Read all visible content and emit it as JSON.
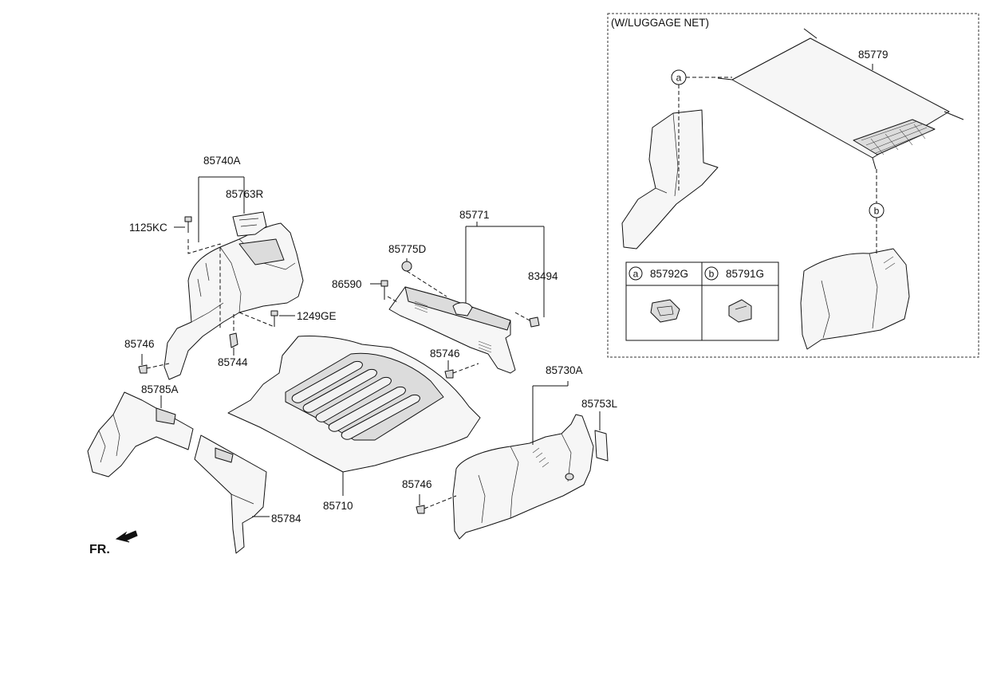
{
  "labels": {
    "p85740A": "85740A",
    "p85763R": "85763R",
    "p1125KC": "1125KC",
    "p1249GE": "1249GE",
    "p85746_a": "85746",
    "p85744": "85744",
    "p85785A": "85785A",
    "p85784": "85784",
    "p85710": "85710",
    "p85771": "85771",
    "p85775D": "85775D",
    "p86590": "86590",
    "p83494": "83494",
    "p85746_b": "85746",
    "p85730A": "85730A",
    "p85753L": "85753L",
    "p85746_c": "85746",
    "p85779": "85779"
  },
  "inset": {
    "title": "(W/LUGGAGE NET)",
    "callout_a": "a",
    "callout_b": "b",
    "table": [
      {
        "letter": "a",
        "part": "85792G"
      },
      {
        "letter": "b",
        "part": "85791G"
      }
    ]
  },
  "direction": {
    "label": "FR.",
    "arrow_icon": "front-direction-arrow"
  }
}
